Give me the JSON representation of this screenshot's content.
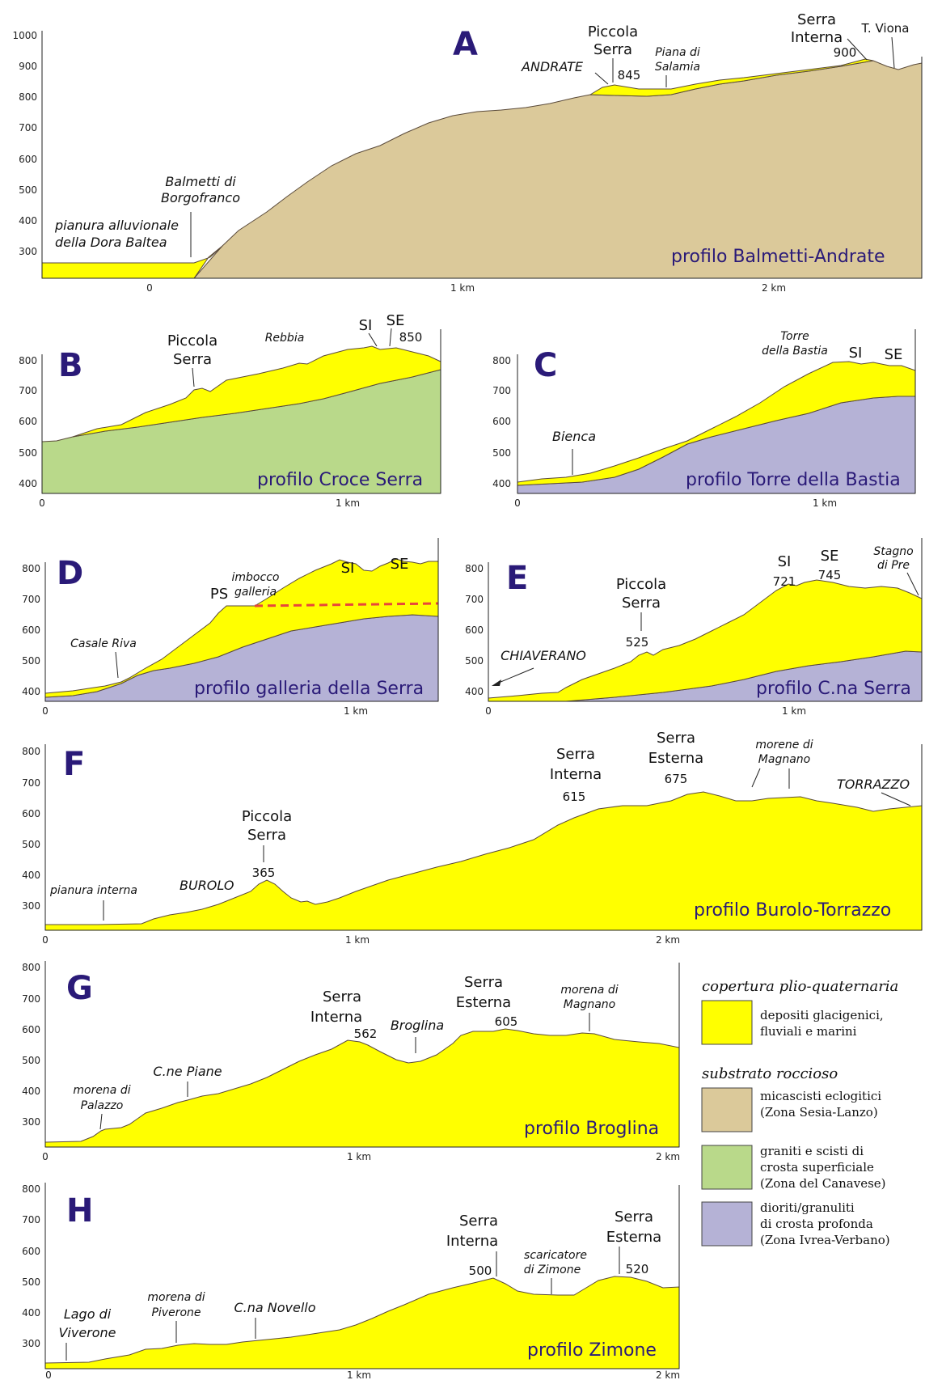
{
  "colors": {
    "yellow": "#ffff00",
    "tan": "#dbc99a",
    "green": "#b9d98a",
    "purple": "#b5b2d6",
    "title": "#2a1a78",
    "dashed": "#e8463a"
  },
  "panels": [
    {
      "id": "A",
      "name": "profilo Balmetti-Andrate",
      "yticks": [
        "1000",
        "900",
        "800",
        "700",
        "600",
        "500",
        "400",
        "300"
      ],
      "xticks": [
        "0",
        "1 km",
        "2 km"
      ],
      "labels": [
        {
          "text": "pianura alluvionale",
          "style": "ital"
        },
        {
          "text": "della Dora Baltea",
          "style": "ital"
        },
        {
          "text": "Balmetti di",
          "style": "ital"
        },
        {
          "text": "Borgofranco",
          "style": "ital"
        },
        {
          "text": "Piccola",
          "style": "lbl"
        },
        {
          "text": "Serra",
          "style": "lbl"
        },
        {
          "text": "845",
          "style": "lblsm"
        },
        {
          "text": "ANDRATE",
          "style": "ital"
        },
        {
          "text": "Piana di",
          "style": "italsm"
        },
        {
          "text": "Salamia",
          "style": "italsm"
        },
        {
          "text": "Serra",
          "style": "lbl"
        },
        {
          "text": "Interna",
          "style": "lbl"
        },
        {
          "text": "900",
          "style": "lblsm"
        },
        {
          "text": "T. Viona",
          "style": "lblsm"
        }
      ]
    },
    {
      "id": "B",
      "name": "profilo Croce Serra",
      "yticks": [
        "800",
        "700",
        "600",
        "500",
        "400"
      ],
      "xticks": [
        "0",
        "1 km"
      ],
      "labels": [
        {
          "text": "Piccola",
          "style": "lbl"
        },
        {
          "text": "Serra",
          "style": "lbl"
        },
        {
          "text": "Rebbia",
          "style": "italsm"
        },
        {
          "text": "SI",
          "style": "lbl"
        },
        {
          "text": "SE",
          "style": "lbl"
        },
        {
          "text": "850",
          "style": "lblsm"
        }
      ]
    },
    {
      "id": "C",
      "name": "profilo Torre della Bastia",
      "yticks": [
        "800",
        "700",
        "600",
        "500",
        "400"
      ],
      "xticks": [
        "0",
        "1 km"
      ],
      "labels": [
        {
          "text": "Torre",
          "style": "italsm"
        },
        {
          "text": "della Bastia",
          "style": "italsm"
        },
        {
          "text": "SI",
          "style": "lbl"
        },
        {
          "text": "SE",
          "style": "lbl"
        },
        {
          "text": "Bienca",
          "style": "ital"
        }
      ]
    },
    {
      "id": "D",
      "name": "profilo galleria della Serra",
      "yticks": [
        "800",
        "700",
        "600",
        "500",
        "400"
      ],
      "xticks": [
        "0",
        "1 km"
      ],
      "labels": [
        {
          "text": "imbocco",
          "style": "italsm"
        },
        {
          "text": "galleria",
          "style": "italsm"
        },
        {
          "text": "SI",
          "style": "lbl"
        },
        {
          "text": "SE",
          "style": "lbl"
        },
        {
          "text": "PS",
          "style": "lbl"
        },
        {
          "text": "Casale Riva",
          "style": "italsm"
        }
      ]
    },
    {
      "id": "E",
      "name": "profilo C.na Serra",
      "yticks": [
        "800",
        "700",
        "600",
        "500",
        "400"
      ],
      "xticks": [
        "0",
        "1 km"
      ],
      "labels": [
        {
          "text": "Piccola",
          "style": "lbl"
        },
        {
          "text": "Serra",
          "style": "lbl"
        },
        {
          "text": "525",
          "style": "lblsm"
        },
        {
          "text": "SI",
          "style": "lbl"
        },
        {
          "text": "721",
          "style": "lblsm"
        },
        {
          "text": "SE",
          "style": "lbl"
        },
        {
          "text": "745",
          "style": "lblsm"
        },
        {
          "text": "Stagno",
          "style": "italsm"
        },
        {
          "text": "di Pre",
          "style": "italsm"
        },
        {
          "text": "CHIAVERANO",
          "style": "ital"
        }
      ]
    },
    {
      "id": "F",
      "name": "profilo Burolo-Torrazzo",
      "yticks": [
        "800",
        "700",
        "600",
        "500",
        "400",
        "300"
      ],
      "xticks": [
        "0",
        "1 km",
        "2 km"
      ],
      "labels": [
        {
          "text": "pianura interna",
          "style": "italsm"
        },
        {
          "text": "BUROLO",
          "style": "ital"
        },
        {
          "text": "Piccola",
          "style": "lbl"
        },
        {
          "text": "Serra",
          "style": "lbl"
        },
        {
          "text": "365",
          "style": "lblsm"
        },
        {
          "text": "Serra",
          "style": "lbl"
        },
        {
          "text": "Interna",
          "style": "lbl"
        },
        {
          "text": "615",
          "style": "lblsm"
        },
        {
          "text": "Serra",
          "style": "lbl"
        },
        {
          "text": "Esterna",
          "style": "lbl"
        },
        {
          "text": "675",
          "style": "lblsm"
        },
        {
          "text": "morene di",
          "style": "italsm"
        },
        {
          "text": "Magnano",
          "style": "italsm"
        },
        {
          "text": "TORRAZZO",
          "style": "ital"
        }
      ]
    },
    {
      "id": "G",
      "name": "profilo Broglina",
      "yticks": [
        "800",
        "700",
        "600",
        "500",
        "400",
        "300"
      ],
      "xticks": [
        "0",
        "1 km",
        "2 km"
      ],
      "labels": [
        {
          "text": "morena di",
          "style": "italsm"
        },
        {
          "text": "Palazzo",
          "style": "italsm"
        },
        {
          "text": "C.ne Piane",
          "style": "ital"
        },
        {
          "text": "Serra",
          "style": "lbl"
        },
        {
          "text": "Interna",
          "style": "lbl"
        },
        {
          "text": "562",
          "style": "lblsm"
        },
        {
          "text": "Broglina",
          "style": "ital"
        },
        {
          "text": "Serra",
          "style": "lbl"
        },
        {
          "text": "Esterna",
          "style": "lbl"
        },
        {
          "text": "605",
          "style": "lblsm"
        },
        {
          "text": "morena di",
          "style": "italsm"
        },
        {
          "text": "Magnano",
          "style": "italsm"
        }
      ]
    },
    {
      "id": "H",
      "name": "profilo Zimone",
      "yticks": [
        "800",
        "700",
        "600",
        "500",
        "400",
        "300"
      ],
      "xticks": [
        "0",
        "1 km",
        "2 km"
      ],
      "labels": [
        {
          "text": "Lago di",
          "style": "ital"
        },
        {
          "text": "Viverone",
          "style": "ital"
        },
        {
          "text": "morena di",
          "style": "italsm"
        },
        {
          "text": "Piverone",
          "style": "italsm"
        },
        {
          "text": "C.na Novello",
          "style": "ital"
        },
        {
          "text": "Serra",
          "style": "lbl"
        },
        {
          "text": "Interna",
          "style": "lbl"
        },
        {
          "text": "500",
          "style": "lblsm"
        },
        {
          "text": "scaricatore",
          "style": "italsm"
        },
        {
          "text": "di Zimone",
          "style": "italsm"
        },
        {
          "text": "Serra",
          "style": "lbl"
        },
        {
          "text": "Esterna",
          "style": "lbl"
        },
        {
          "text": "520",
          "style": "lblsm"
        }
      ]
    }
  ],
  "legend": {
    "cover_title": "copertura plio-quaternaria",
    "substrate_title": "substrato roccioso",
    "items": [
      {
        "color": "yellow",
        "lines": [
          "depositi glacigenici,",
          "fluviali e marini"
        ]
      },
      {
        "color": "tan",
        "lines": [
          "micascisti eclogitici",
          "(Zona Sesia-Lanzo)"
        ]
      },
      {
        "color": "green",
        "lines": [
          "graniti e scisti di",
          "crosta superficiale",
          "(Zona del Canavese)"
        ]
      },
      {
        "color": "purple",
        "lines": [
          "dioriti/granuliti",
          "di crosta profonda",
          "(Zona Ivrea-Verbano)"
        ]
      }
    ]
  }
}
